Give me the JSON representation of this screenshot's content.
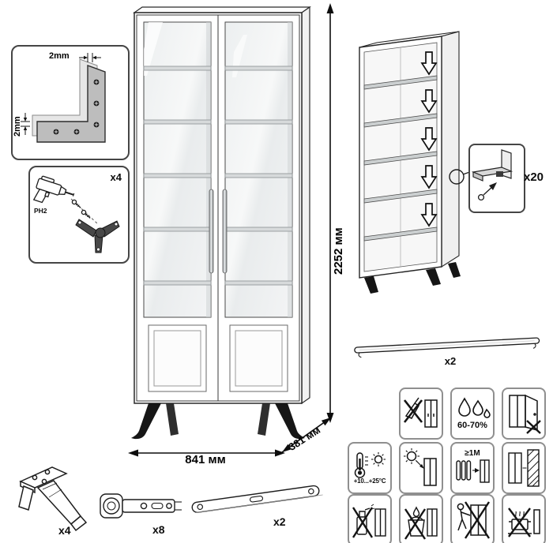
{
  "dimensions": {
    "height": "2252 мм",
    "width": "841 мм",
    "depth": "381 мм"
  },
  "corner_inset": {
    "dim_top": "2mm",
    "dim_left": "2mm"
  },
  "drill_inset": {
    "count": "x4",
    "bit": "PH2"
  },
  "shelf_fastener": {
    "count": "x20"
  },
  "handle": {
    "count": "x2"
  },
  "leg": {
    "count": "x4"
  },
  "hinge": {
    "count": "x8"
  },
  "wall_strip": {
    "count": "x2"
  },
  "care": {
    "humidity": "60-70%",
    "temperature": "+10...+25°C",
    "heater_distance": "≥1M"
  }
}
